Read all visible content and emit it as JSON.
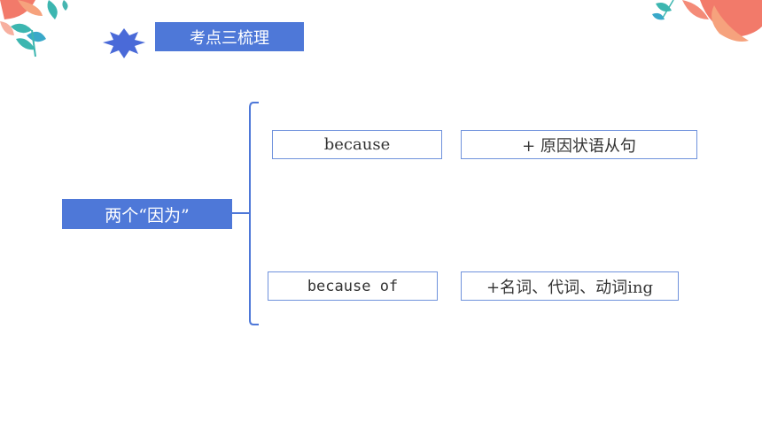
{
  "title": "考点三梳理",
  "left_label": "两个“因为”",
  "branches": [
    {
      "term": "because",
      "usage": "+ 原因状语从句"
    },
    {
      "term": "because of",
      "usage": "+名词、代词、动词ing"
    }
  ],
  "colors": {
    "accent": "#4e78d8",
    "box_border": "#6f92dc",
    "bracket": "#4e78d8"
  }
}
